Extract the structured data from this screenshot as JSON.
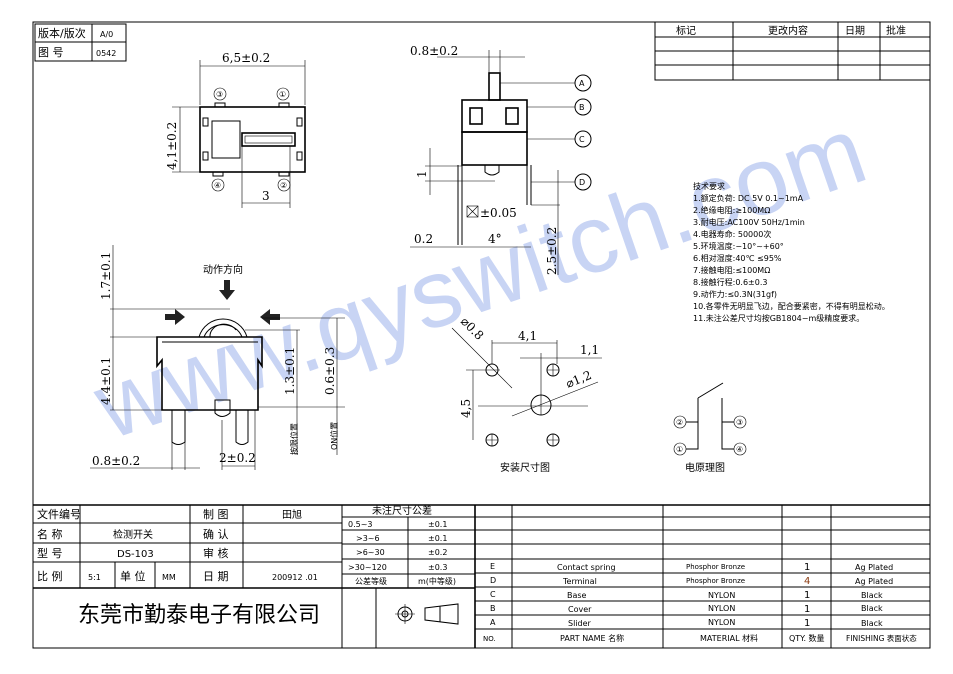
{
  "watermark": "www.qyswitch.com",
  "version_box": {
    "version_label": "版本/版次",
    "version_value": "A/0",
    "drawing_no_label": "图 号",
    "drawing_no_value": "0542"
  },
  "revision_table": {
    "headers": [
      "标记",
      "更改内容",
      "日期",
      "批准"
    ]
  },
  "top_view": {
    "width_dim": "6,5±0.2",
    "height_dim": "4,1±0.2",
    "pin_spacing_dim": "3",
    "pins": [
      "③",
      "①",
      "④",
      "②"
    ]
  },
  "side_view": {
    "slider_dim": "0.8±0.2",
    "callouts": [
      "A",
      "B",
      "C",
      "D"
    ],
    "dim_1": "1",
    "flatness": "±0.05",
    "dim_02": "0.2",
    "angle": "4°",
    "leg_dim": "2.5±0.2"
  },
  "front_view": {
    "direction_label": "动作方向",
    "dim_17": "1.7±0.1",
    "dim_44": "4.4±0.1",
    "dim_13": "1.3±0.1",
    "dim_06": "0.6±0.3",
    "limit_position": "按限位置",
    "on_position": "ON位置",
    "leg_width": "0.8±0.2",
    "leg_spacing": "2±0.2"
  },
  "mounting": {
    "title": "安装尺寸图",
    "hole_small": "⌀0.8",
    "dim_41": "4,1",
    "dim_11": "1,1",
    "hole_big": "⌀1,2",
    "dim_45": "4,5"
  },
  "schematic": {
    "title": "电原理图",
    "pins": [
      "②",
      "①",
      "③",
      "④"
    ]
  },
  "tech_requirements": {
    "title": "技术要求",
    "items": [
      "1.额定负荷: DC  5V    0.1~1mA",
      "2.绝缘电阻:≥100MΩ",
      "3.耐电压:AC100V  50Hz/1min",
      "4.电器寿命:  50000次",
      "5.环境温度:−10°~+60°",
      "6.相对湿度:40℃     ≤95%",
      "7.接触电阻:≤100MΩ",
      "8.接触行程:0.6±0.3",
      "9.动作力:≤0.3N(31gf)",
      "10.各零件无明显飞边，配合要紧密，不得有明显松动。",
      "11.未注公差尺寸均按GB1804−m级精度要求。"
    ]
  },
  "title_block": {
    "file_no_label": "文件编号",
    "file_no_value": "",
    "name_label": "名  称",
    "name_value": "检测开关",
    "model_label": "型  号",
    "model_value": "DS-103",
    "scale_label": "比  例",
    "scale_value": "5:1",
    "unit_label": "单  位",
    "unit_value": "MM",
    "drawn_label": "制  图",
    "drawn_value": "田旭",
    "confirm_label": "确  认",
    "confirm_value": "",
    "review_label": "审  核",
    "review_value": "",
    "date_label": "日  期",
    "date_value": "200912 .01",
    "company": "东莞市勤泰电子有限公司"
  },
  "tolerance": {
    "title": "未注尺寸公差",
    "rows": [
      [
        "0.5~3",
        "±0.1"
      ],
      [
        ">3~6",
        "±0.1"
      ],
      [
        ">6~30",
        "±0.2"
      ],
      [
        ">30~120",
        "±0.3"
      ]
    ],
    "grade_label": "公差等级",
    "grade_value": "m(中等级)"
  },
  "parts": {
    "rows": [
      {
        "no": "E",
        "name": "Contact spring",
        "material": "Phosphor  Bronze",
        "qty": "1",
        "finish": "Ag  Plated"
      },
      {
        "no": "D",
        "name": "Terminal",
        "material": "Phosphor  Bronze",
        "qty": "4",
        "finish": "Ag  Plated"
      },
      {
        "no": "C",
        "name": "Base",
        "material": "NYLON",
        "qty": "1",
        "finish": "Black"
      },
      {
        "no": "B",
        "name": "Cover",
        "material": "NYLON",
        "qty": "1",
        "finish": "Black"
      },
      {
        "no": "A",
        "name": "Slider",
        "material": "NYLON",
        "qty": "1",
        "finish": "Black"
      }
    ],
    "headers": {
      "no": "NO.",
      "name": "PART  NAME 名称",
      "material": "MATERIAL 材料",
      "qty": "QTY. 数量",
      "finish": "FINISHING 表面状态"
    }
  }
}
